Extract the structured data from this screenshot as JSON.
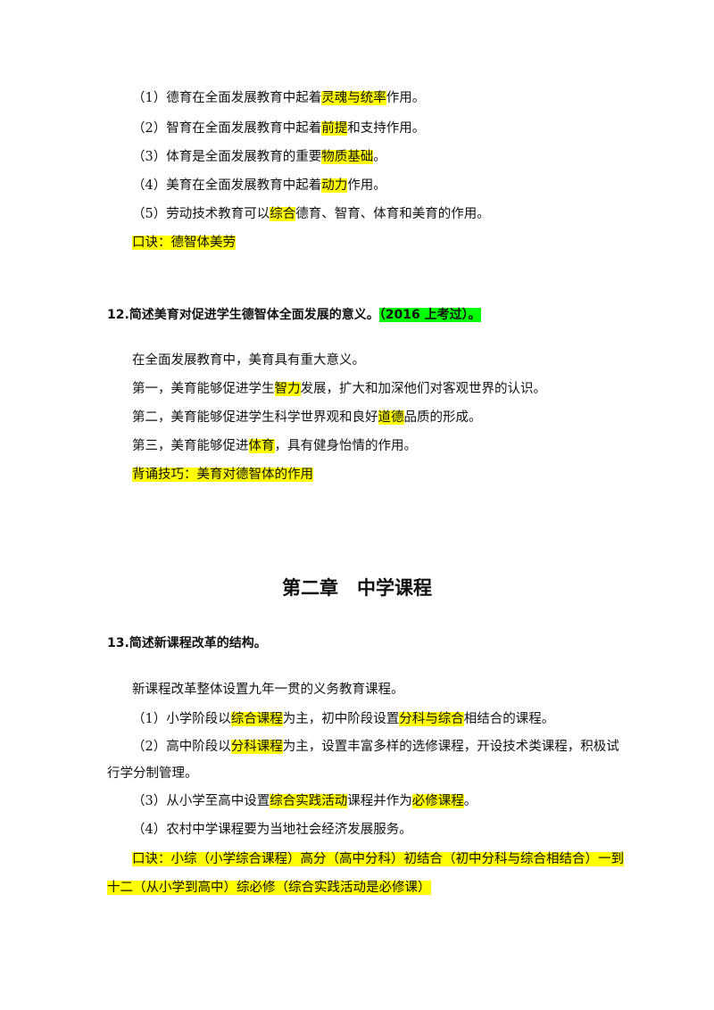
{
  "section11": {
    "item1": {
      "a": "（1）德育在全面发展教育中起着",
      "b": "灵魂与统率",
      "c": "作用。"
    },
    "item2": {
      "a": "（2）智育在全面发展教育中起着",
      "b": "前提",
      "c": "和支持作用。"
    },
    "item3": {
      "a": "（3）体育是全面发展教育的重要",
      "b": "物质基础",
      "c": "。"
    },
    "item4": {
      "a": "（4）美育在全面发展教育中起着",
      "b": "动力",
      "c": "作用。"
    },
    "item5": {
      "a": "（5）劳动技术教育可以",
      "b": "综合",
      "c": "德育、智育、体育和美育的作用。"
    },
    "mnemonic": "口诀：德智体美劳"
  },
  "q12": {
    "title": "12.简述美育对促进学生德智体全面发展的意义。",
    "tag": "（2016 上考过）。",
    "intro": "在全面发展教育中，美育具有重大意义。",
    "p1": {
      "a": "第一，美育能够促进学生",
      "b": "智力",
      "c": "发展，扩大和加深他们对客观世界的认识。"
    },
    "p2": {
      "a": "第二，美育能够促进学生科学世界观和良好",
      "b": "道德",
      "c": "品质的形成。"
    },
    "p3": {
      "a": "第三，美育能够促进",
      "b": "体育",
      "c": "，具有健身怡情的作用。"
    },
    "tip": "背诵技巧：美育对德智体的作用"
  },
  "chapter": "第二章　中学课程",
  "q13": {
    "title": "13.简述新课程改革的结构。",
    "intro": "新课程改革整体设置九年一贯的义务教育课程。",
    "p1": {
      "a": "（1）小学阶段以",
      "b": "综合课程",
      "c": "为主，初中阶段设置",
      "d": "分科与综合",
      "e": "相结合的课程。"
    },
    "p2": {
      "a": "（2）高中阶段以",
      "b": "分科课程",
      "c": "为主，设置丰富多样的选修课程，开设技术类课程，积极试"
    },
    "p2b": "行学分制管理。",
    "p3": {
      "a": "（3）从小学至高中设置",
      "b": "综合实践活动",
      "c": "课程并作为",
      "d": "必修课程",
      "e": "。"
    },
    "p4": "（4）农村中学课程要为当地社会经济发展服务。",
    "mnemonic1": "口诀：小综（小学综合课程）高分（高中分科）初结合（初中分科与综合相结合）一到",
    "mnemonic2": "十二（从小学到高中）综必修（综合实践活动是必修课）"
  }
}
